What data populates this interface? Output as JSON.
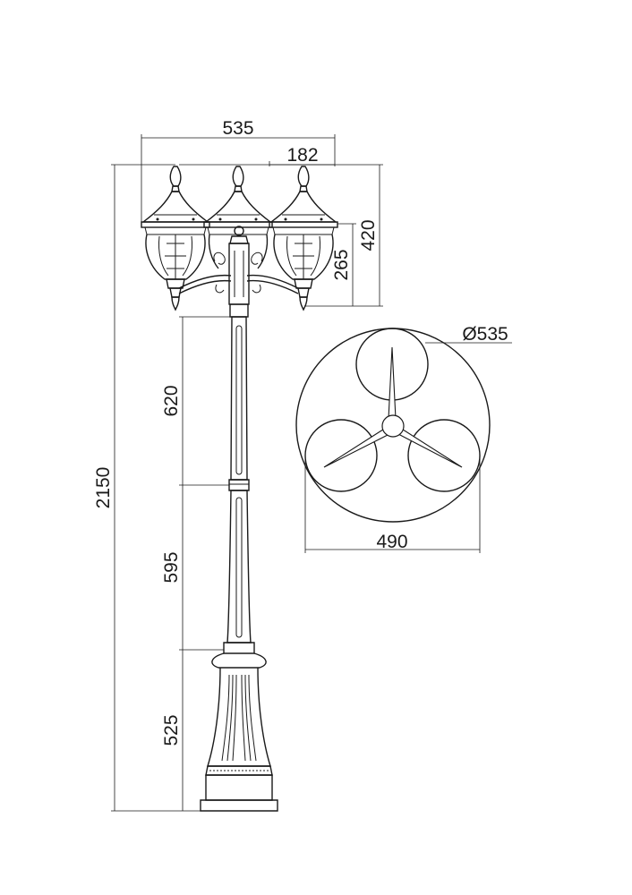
{
  "dimensions": {
    "overall_width": "535",
    "lantern_width": "182",
    "head_height": "420",
    "lantern_height": "265",
    "total_height": "2150",
    "upper_section": "620",
    "middle_section": "595",
    "base_section": "525",
    "top_view_diameter": "Ø535",
    "top_view_span": "490"
  }
}
